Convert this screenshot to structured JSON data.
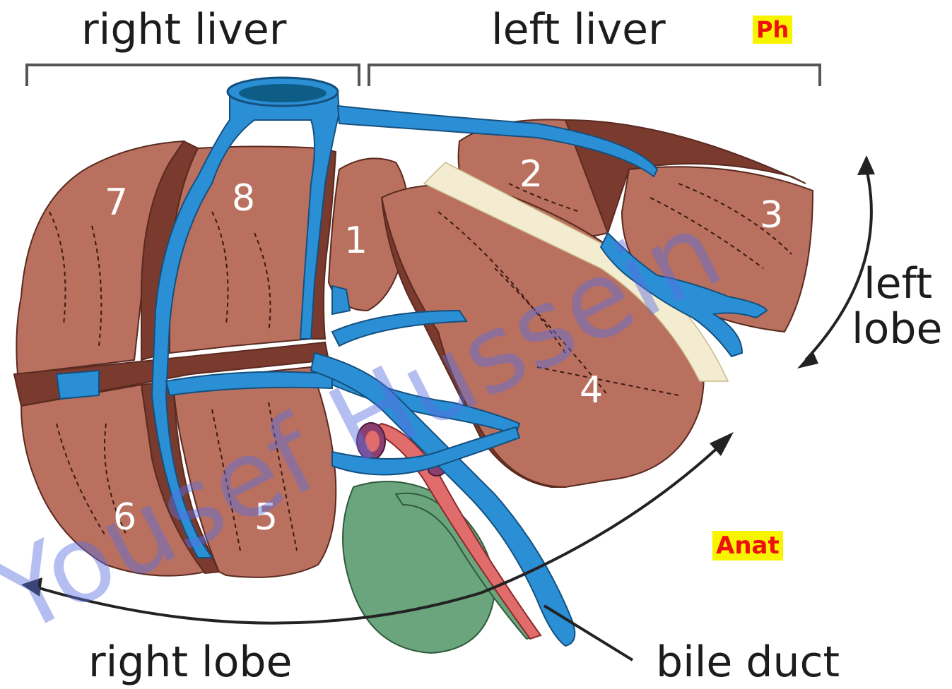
{
  "labels": {
    "right_liver": "right liver",
    "left_liver": "left liver",
    "left_lobe_line1": "left",
    "left_lobe_line2": "lobe",
    "right_lobe": "right lobe",
    "bile_duct": "bile duct"
  },
  "badges": {
    "ph": "Ph",
    "anat": "Anat"
  },
  "segments": [
    "1",
    "2",
    "3",
    "4",
    "5",
    "6",
    "7",
    "8"
  ],
  "watermark": "Yousef Hussein",
  "colors": {
    "liver": "#b9705e",
    "liver_cut": "#7a3a2e",
    "vein": "#2b8fd6",
    "gallbladder": "#6aa57d",
    "artery": "#e06c6c",
    "portal": "#8a3f6f",
    "badge_bg": "#f8f400",
    "badge_text": "#ee1111",
    "watermark": "#5b6fe0"
  }
}
